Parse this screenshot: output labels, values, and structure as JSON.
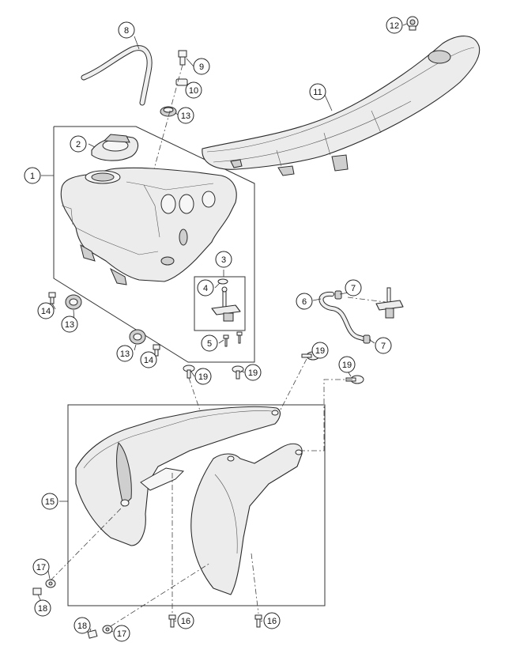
{
  "callouts": [
    {
      "id": "c8",
      "label": "8"
    },
    {
      "id": "c9",
      "label": "9"
    },
    {
      "id": "c10",
      "label": "10"
    },
    {
      "id": "c13a",
      "label": "13"
    },
    {
      "id": "c12",
      "label": "12"
    },
    {
      "id": "c11",
      "label": "11"
    },
    {
      "id": "c2",
      "label": "2"
    },
    {
      "id": "c1",
      "label": "1"
    },
    {
      "id": "c3",
      "label": "3"
    },
    {
      "id": "c4",
      "label": "4"
    },
    {
      "id": "c5",
      "label": "5"
    },
    {
      "id": "c6",
      "label": "6"
    },
    {
      "id": "c7a",
      "label": "7"
    },
    {
      "id": "c7b",
      "label": "7"
    },
    {
      "id": "c14a",
      "label": "14"
    },
    {
      "id": "c13b",
      "label": "13"
    },
    {
      "id": "c13c",
      "label": "13"
    },
    {
      "id": "c14b",
      "label": "14"
    },
    {
      "id": "c19a",
      "label": "19"
    },
    {
      "id": "c19b",
      "label": "19"
    },
    {
      "id": "c19c",
      "label": "19"
    },
    {
      "id": "c19d",
      "label": "19"
    },
    {
      "id": "c15",
      "label": "15"
    },
    {
      "id": "c17a",
      "label": "17"
    },
    {
      "id": "c18a",
      "label": "18"
    },
    {
      "id": "c16a",
      "label": "16"
    },
    {
      "id": "c16b",
      "label": "16"
    },
    {
      "id": "c18b",
      "label": "18"
    },
    {
      "id": "c17b",
      "label": "17"
    }
  ]
}
